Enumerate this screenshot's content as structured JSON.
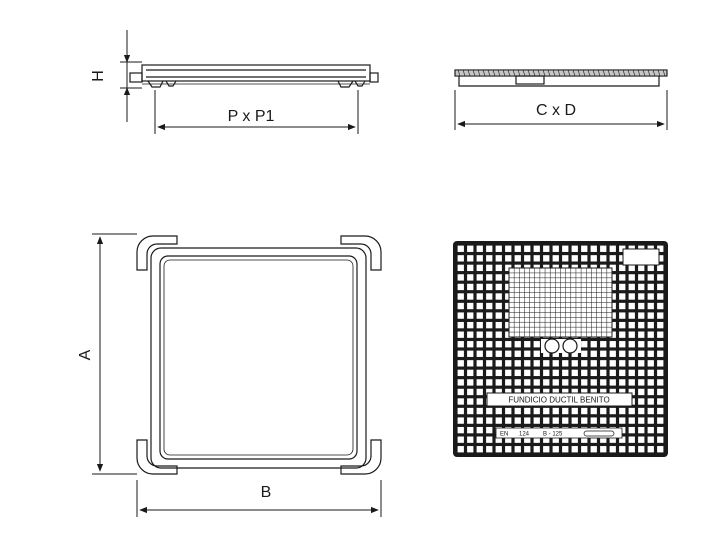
{
  "dimensions": {
    "height_label": "H",
    "frame_label": "P x P1",
    "cover_label": "C x D",
    "overall_height_label": "A",
    "overall_width_label": "B"
  },
  "cover_marking": {
    "maker": "FUNDICIO DUCTIL BENITO",
    "standard": "EN",
    "standard_number": "124",
    "load_class": "B - 125"
  },
  "colors": {
    "line": "#1a1a1a",
    "background": "#ffffff"
  }
}
